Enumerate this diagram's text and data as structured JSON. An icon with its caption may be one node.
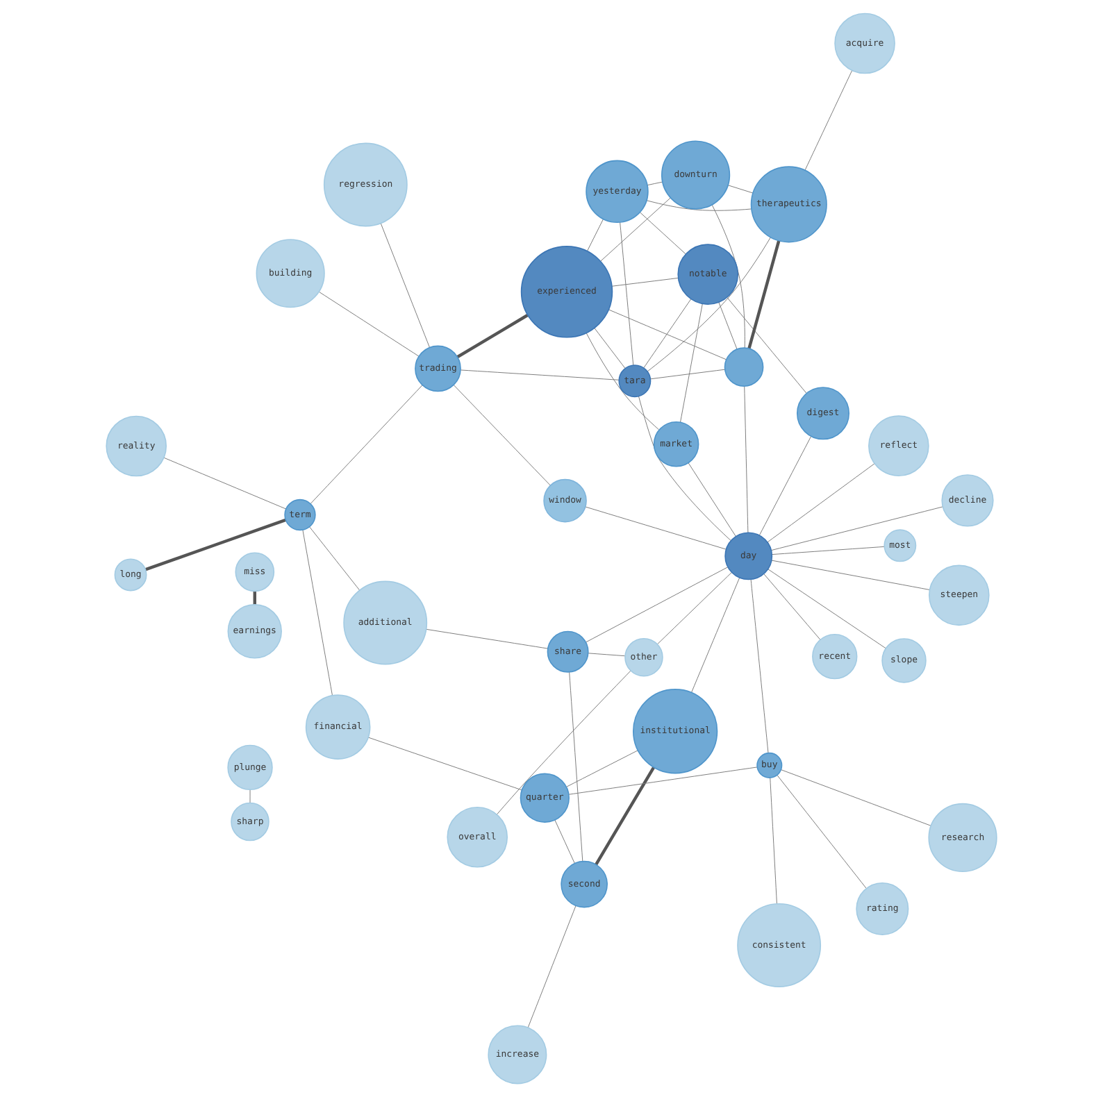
{
  "diagram": {
    "nodes": [
      {
        "text": [
          "acquire"
        ]
      },
      {
        "text": [
          "rating"
        ]
      },
      {
        "text": [
          "slope"
        ]
      },
      {
        "text": [
          "reflect"
        ]
      },
      {
        "text": [
          "consistent"
        ]
      },
      {
        "text": [
          "institutional"
        ]
      },
      {
        "text": [
          "miss"
        ]
      },
      {
        "text": [
          "decline"
        ]
      },
      {
        "text": [
          "quarter"
        ]
      },
      {
        "text": [
          "financial"
        ]
      },
      {
        "text": [
          "increase"
        ]
      },
      {
        "text": [
          "second"
        ]
      },
      {
        "text": [
          "share"
        ]
      },
      {
        "text": [
          "digest"
        ]
      },
      {
        "text": [
          "earnings"
        ]
      },
      {
        "text": [
          "buy"
        ]
      },
      {
        "text": [
          "long"
        ]
      },
      {
        "text": [
          "reality"
        ]
      },
      {
        "text": [
          "plunge"
        ]
      },
      {
        "text": [
          "other"
        ]
      },
      {
        "text": [
          "overall"
        ]
      },
      {
        "text": [
          "additional"
        ]
      },
      {
        "text": [
          "day"
        ]
      },
      {
        "text": [
          "therapeutics"
        ]
      },
      {
        "text": [
          "experienced"
        ]
      },
      {
        "text": [
          "research"
        ]
      },
      {
        "text": [
          "notable"
        ]
      },
      {
        "text": [],
        "shape": "circle"
      },
      {
        "text": [
          "term"
        ]
      },
      {
        "text": [
          "recent"
        ]
      },
      {
        "text": [
          "yesterday"
        ]
      },
      {
        "text": [
          "steepen"
        ]
      },
      {
        "text": [
          "downturn"
        ]
      },
      {
        "text": [
          "trading"
        ]
      },
      {
        "text": [
          "sharp"
        ]
      },
      {
        "text": [
          "market"
        ]
      },
      {
        "text": [
          "regression"
        ]
      },
      {
        "text": [
          "tara"
        ]
      },
      {
        "text": [
          "building"
        ]
      },
      {
        "text": [
          "window"
        ]
      },
      {
        "text": [
          "most"
        ]
      }
    ],
    "edges": [
      {
        "from": 0,
        "to": 23,
        "arrow": "none"
      },
      {
        "from": 1,
        "to": 15,
        "arrow": "none"
      },
      {
        "from": 2,
        "to": 22,
        "arrow": "none"
      },
      {
        "from": 3,
        "to": 22,
        "arrow": "none"
      },
      {
        "from": 4,
        "to": 15,
        "arrow": "none"
      },
      {
        "from": 5,
        "to": 8,
        "arrow": "none"
      },
      {
        "from": 5,
        "to": 11,
        "arrow": "none",
        "style": "thick"
      },
      {
        "from": 5,
        "to": 22,
        "arrow": "none"
      },
      {
        "from": 6,
        "to": 14,
        "arrow": "none",
        "style": "thick"
      },
      {
        "from": 7,
        "to": 22,
        "arrow": "none"
      },
      {
        "from": 8,
        "to": 11,
        "arrow": "none"
      },
      {
        "from": 8,
        "to": 9,
        "arrow": "none"
      },
      {
        "from": 8,
        "to": 15,
        "arrow": "none"
      },
      {
        "from": 11,
        "to": 10,
        "arrow": "none"
      },
      {
        "from": 9,
        "to": 28,
        "arrow": "none"
      },
      {
        "from": 12,
        "to": 11,
        "arrow": "none"
      },
      {
        "from": 12,
        "to": 19,
        "arrow": "none"
      },
      {
        "from": 12,
        "to": 21,
        "arrow": "none"
      },
      {
        "from": 12,
        "to": 22,
        "arrow": "none"
      },
      {
        "from": 13,
        "to": 22,
        "arrow": "none"
      },
      {
        "from": 13,
        "to": 26,
        "arrow": "none"
      },
      {
        "from": 15,
        "to": 25,
        "arrow": "none"
      },
      {
        "from": 15,
        "to": 22,
        "arrow": "none"
      },
      {
        "from": 16,
        "to": 28,
        "arrow": "none",
        "style": "thick"
      },
      {
        "from": 17,
        "to": 28,
        "arrow": "none"
      },
      {
        "from": 21,
        "to": 28,
        "arrow": "none"
      },
      {
        "from": 18,
        "to": 34,
        "arrow": "none"
      },
      {
        "from": 19,
        "to": 22,
        "arrow": "none"
      },
      {
        "from": 20,
        "to": 19,
        "arrow": "none"
      },
      {
        "from": 22,
        "to": 31,
        "arrow": "none"
      },
      {
        "from": 22,
        "to": 39,
        "arrow": "none"
      },
      {
        "from": 22,
        "to": 40,
        "arrow": "none"
      },
      {
        "from": 22,
        "to": 27,
        "arrow": "none"
      },
      {
        "from": 22,
        "to": 29,
        "arrow": "none"
      },
      {
        "from": 22,
        "to": 37,
        "arrow": "none"
      },
      {
        "from": 22,
        "to": 35,
        "arrow": "none"
      },
      {
        "from": 23,
        "to": 27,
        "arrow": "none",
        "style": "thick"
      },
      {
        "from": 24,
        "to": 33,
        "arrow": "none",
        "style": "thick"
      },
      {
        "from": 33,
        "to": 36,
        "arrow": "none"
      },
      {
        "from": 24,
        "to": 27,
        "arrow": "none"
      },
      {
        "from": 24,
        "to": 30,
        "arrow": "none"
      },
      {
        "from": 23,
        "to": 30,
        "arrow": "none"
      },
      {
        "from": 24,
        "to": 26,
        "arrow": "none"
      },
      {
        "from": 24,
        "to": 32,
        "arrow": "none"
      },
      {
        "from": 24,
        "to": 37,
        "arrow": "none"
      },
      {
        "from": 23,
        "to": 37,
        "arrow": "none"
      },
      {
        "from": 23,
        "to": 32,
        "arrow": "none"
      },
      {
        "from": 24,
        "to": 35,
        "arrow": "none"
      },
      {
        "from": 26,
        "to": 30,
        "arrow": "none"
      },
      {
        "from": 26,
        "to": 27,
        "arrow": "none"
      },
      {
        "from": 26,
        "to": 35,
        "arrow": "none"
      },
      {
        "from": 26,
        "to": 37,
        "arrow": "none"
      },
      {
        "from": 30,
        "to": 32,
        "arrow": "none"
      },
      {
        "from": 30,
        "to": 37,
        "arrow": "none"
      },
      {
        "from": 32,
        "to": 27,
        "arrow": "none"
      },
      {
        "from": 37,
        "to": 27,
        "arrow": "none"
      },
      {
        "from": 37,
        "to": 33,
        "arrow": "none"
      },
      {
        "from": 39,
        "to": 33,
        "arrow": "none"
      },
      {
        "from": 38,
        "to": 33,
        "arrow": "none"
      },
      {
        "from": 33,
        "to": 28,
        "arrow": "none"
      }
    ]
  }
}
